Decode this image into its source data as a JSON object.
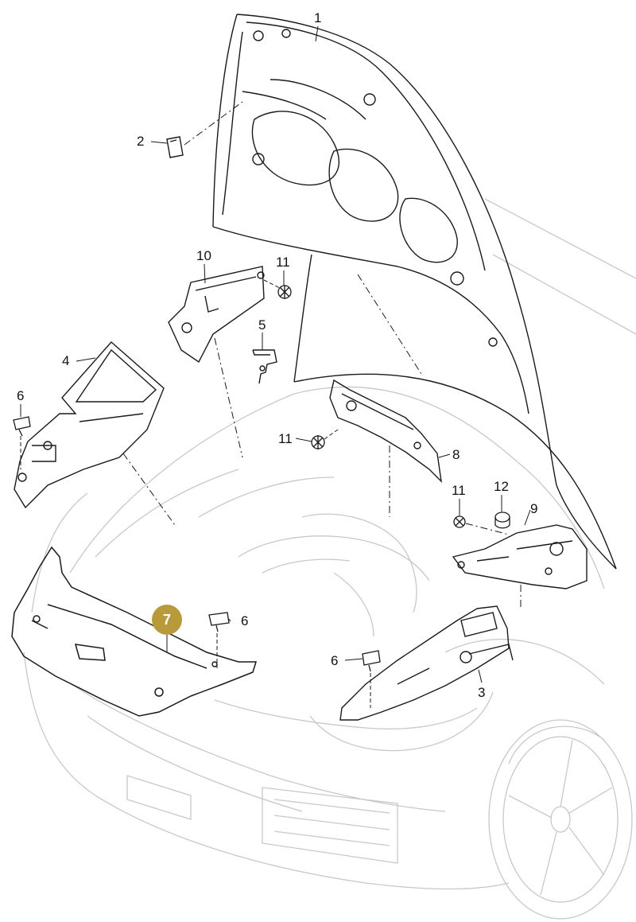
{
  "labels": {
    "c1": "1",
    "c2": "2",
    "c3": "3",
    "c4": "4",
    "c5": "5",
    "c6a": "6",
    "c6b": "6",
    "c6c": "6",
    "c7": "7",
    "c8": "8",
    "c9": "9",
    "c10": "10",
    "c11a": "11",
    "c11b": "11",
    "c11c": "11",
    "c12": "12"
  },
  "colors": {
    "line": "#1a1a1a",
    "car_outline": "#c8c8c8",
    "highlight_badge": "#b99a3b"
  }
}
